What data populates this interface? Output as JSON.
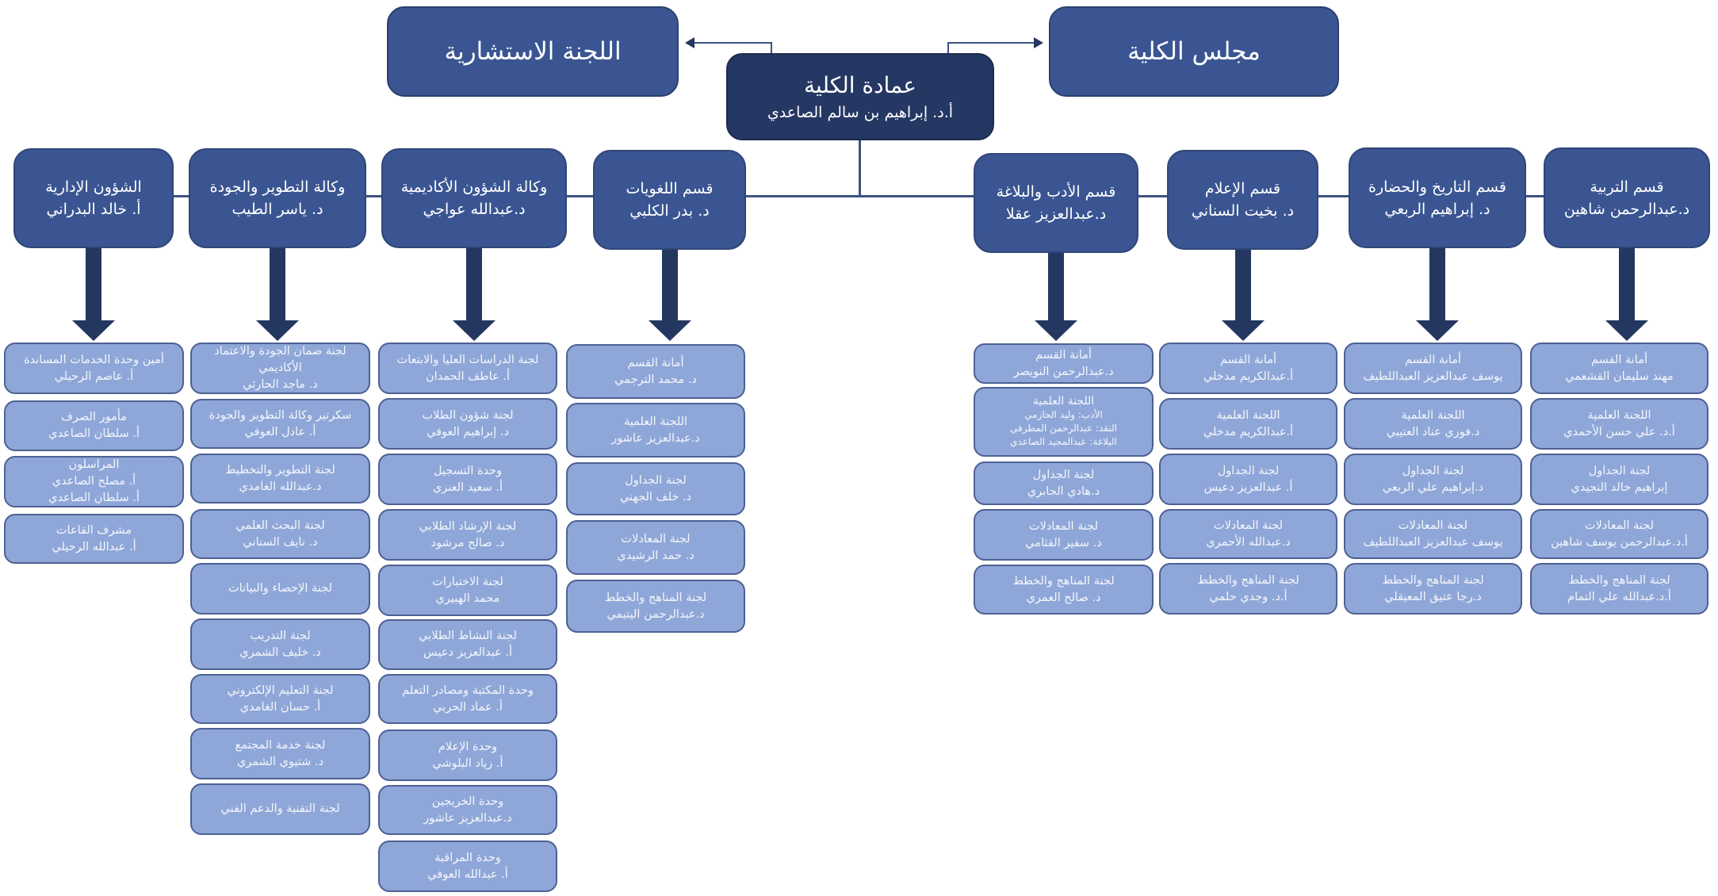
{
  "top": {
    "advisory": "اللجنة الاستشارية",
    "council": "مجلس الكلية",
    "dean_title": "عمادة الكلية",
    "dean_name": "أ.د. إبراهيم بن سالم الصاعدي"
  },
  "sections": [
    {
      "title": "الشؤون الإدارية",
      "head": "أ. خالد البدراني",
      "items": [
        [
          "أمين وحدة الخدمات المساندة",
          "أ. عاصم الرحيلي"
        ],
        [
          "مأمور الصرف",
          "أ. سلطان الصاعدي"
        ],
        [
          "المراسلون",
          "أ. مصلح الصاعدي",
          "أ. سلطان الصاعدي"
        ],
        [
          "مشرف القاعات",
          "أ. عبدالله الرحيلي"
        ]
      ]
    },
    {
      "title": "وكالة التطوير والجودة",
      "head": "د. ياسر الطيب",
      "items": [
        [
          "لجنة ضمان الجودة والاعتماد الأكاديمي",
          "د. ماجد الحارثي"
        ],
        [
          "سكرتير وكالة التطوير والجودة",
          "أ. عادل العوفي"
        ],
        [
          "لجنة التطوير والتخطيط",
          "د.عبدالله الغامدي"
        ],
        [
          "لجنة البحث العلمي",
          "د. نايف السناني"
        ],
        [
          "لجنة الإحصاء والبيانات"
        ],
        [
          "لجنة التدريب",
          "د. خليف الشمري"
        ],
        [
          "لجنة التعليم الإلكتروني",
          "أ. حسان الغامدي"
        ],
        [
          "لجنة خدمة المجتمع",
          "د. شتيوي الشمري"
        ],
        [
          "لجنة التقنية والدعم الفني"
        ]
      ]
    },
    {
      "title": "وكالة الشؤون الأكاديمية",
      "head": "د.عبدالله عواجي",
      "items": [
        [
          "لجنة الدراسات العليا والابتعاث",
          "أ. عاطف الحمدان"
        ],
        [
          "لجنة شؤون الطلاب",
          "د. إبراهيم العوفي"
        ],
        [
          "وحدة التسجيل",
          "أ. سعيد العنزي"
        ],
        [
          "لجنة الإرشاد الطلابي",
          "د. صالح مرشود"
        ],
        [
          "لجنة الاختبارات",
          "محمد الهبيري"
        ],
        [
          "لجنة النشاط الطلابي",
          "أ. عبدالعزيز دعيس"
        ],
        [
          "وحدة المكتبة ومصادر التعلم",
          "أ. عماد الحربي"
        ],
        [
          "وحدة الإعلام",
          "أ. زياد البلوشي"
        ],
        [
          "وحدة الخريجين",
          "د.عبدالعزيز عاشور"
        ],
        [
          "وحدة المراقبة",
          "أ. عبدالله العوفي"
        ]
      ]
    },
    {
      "title": "قسم اللغويات",
      "head": "د. بدر الكلبي",
      "items": [
        [
          "أمانة القسم",
          "د. محمد الترجمي"
        ],
        [
          "اللجنة العلمية",
          "د.عبدالعزيز عاشور"
        ],
        [
          "لجنة الجداول",
          "د. خلف الجهني"
        ],
        [
          "لجنة المعادلات",
          "د. حمد الرشيدي"
        ],
        [
          "لجنة المناهج والخطط",
          "د.عبدالرحمن اليتيمي"
        ]
      ]
    },
    {
      "title": "قسم الأدب والبلاغة",
      "head": "د.عبدالعزيز عقلا",
      "items": [
        [
          "أمانة القسم",
          "د.عبدالرحمن النويصر"
        ],
        [
          "اللجنة العلمية",
          "الأدب: وليد الحازمي",
          "النقد: عبدالرحمن المطرفي",
          "البلاغة: عبدالمجيد الصاعدي"
        ],
        [
          "لجنة الجداول",
          "د.هادي الجابري"
        ],
        [
          "لجنة المعادلات",
          "د. سفير القثامي"
        ],
        [
          "لجنة المناهج والخطط",
          "د. صالح العمري"
        ]
      ]
    },
    {
      "title": "قسم الإعلام",
      "head": "د. بخيت السناني",
      "items": [
        [
          "أمانة القسم",
          "أ.عبدالكريم مدخلي"
        ],
        [
          "اللجنة العلمية",
          "أ.عبدالكريم مدخلي"
        ],
        [
          "لجنة الجداول",
          "أ. عبدالعزيز دعيس"
        ],
        [
          "لجنة المعادلات",
          "د.عبدالله الأحمري"
        ],
        [
          "لجنة المناهج والخطط",
          "أ.د. وجدي حلمي"
        ]
      ]
    },
    {
      "title": "قسم التاريخ والحضارة",
      "head": "د. إبراهيم الربعي",
      "items": [
        [
          "أمانة القسم",
          "يوسف عبدالعزيز العبداللطيف"
        ],
        [
          "اللجنة العلمية",
          "د.فوزي عناد العتيبي"
        ],
        [
          "لجنة الجداول",
          "د.إبراهيم علي الربعي"
        ],
        [
          "لجنة المعادلات",
          "يوسف عبدالعزيز العبداللطيف"
        ],
        [
          "لجنة المناهج والخطط",
          "د.رجا عتيق المعيقلي"
        ]
      ]
    },
    {
      "title": "قسم التربية",
      "head": "د.عبدالرحمن شاهين",
      "items": [
        [
          "أمانة القسم",
          "مهند سليمان القشعمي"
        ],
        [
          "اللجنة العلمية",
          "أ.د. علي حسن الأحمدي"
        ],
        [
          "لجنة الجداول",
          "إبراهيم خالد النجيدي"
        ],
        [
          "لجنة المعادلات",
          "أ.د.عبدالرحمن يوسف شاهين"
        ],
        [
          "لجنة المناهج والخطط",
          "أ.د.عبدالله علي التمام"
        ]
      ]
    }
  ]
}
